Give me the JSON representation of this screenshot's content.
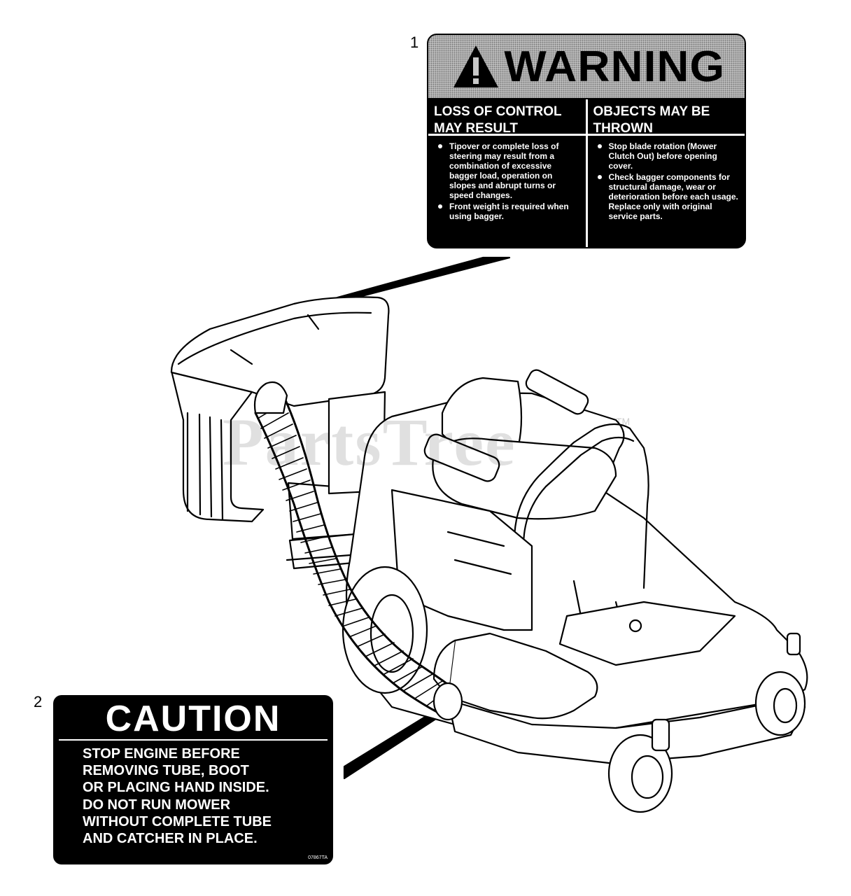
{
  "callouts": {
    "warning_number": "1",
    "caution_number": "2"
  },
  "warning_decal": {
    "title": "WARNING",
    "columns": [
      {
        "heading_lines": [
          "LOSS OF CONTROL",
          "MAY RESULT"
        ],
        "bullets": [
          "Tipover or complete loss of steering may result from a combination of excessive bagger load, operation on slopes and abrupt turns or speed changes.",
          "Front weight is required when using bagger."
        ]
      },
      {
        "heading_lines": [
          "OBJECTS MAY BE",
          "THROWN"
        ],
        "bullets": [
          "Stop blade rotation (Mower Clutch Out) before opening cover.",
          "Check bagger components for structural damage, wear or deterioration before each usage. Replace only with original service parts."
        ]
      }
    ]
  },
  "caution_decal": {
    "title": "CAUTION",
    "lines": [
      "STOP ENGINE BEFORE",
      "REMOVING TUBE, BOOT",
      "OR PLACING HAND INSIDE.",
      "DO NOT RUN MOWER",
      "WITHOUT COMPLETE TUBE",
      "AND CATCHER IN PLACE."
    ],
    "code": "07867TA"
  },
  "watermark": {
    "text": "PartsTree",
    "tm": "TM"
  },
  "icons": [
    "warning-triangle-icon"
  ]
}
